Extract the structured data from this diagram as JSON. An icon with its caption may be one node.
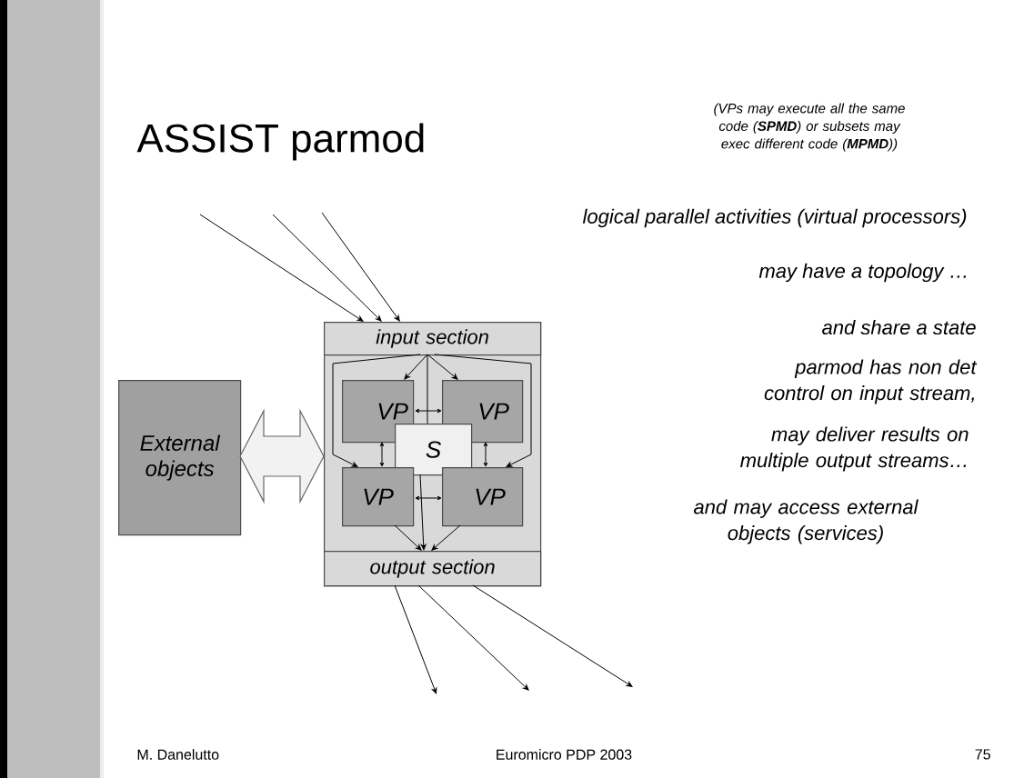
{
  "diagram": {
    "title": "ASSIST parmod",
    "nodes": [
      {
        "text": [],
        "shape": "box"
      },
      {
        "text": [
          "input section"
        ],
        "in": 0
      },
      {
        "text": [
          "VP"
        ],
        "in": 0
      },
      {
        "text": [
          "VP"
        ],
        "in": 0
      },
      {
        "text": [
          "S"
        ],
        "in": 0
      },
      {
        "text": [
          "VP"
        ],
        "in": 0
      },
      {
        "text": [
          "VP"
        ],
        "in": 0
      },
      {
        "text": [
          "output section"
        ],
        "in": 0
      },
      {
        "text": [
          "External objects"
        ]
      }
    ],
    "edges": [
      {
        "from": null,
        "to": 1,
        "arrow": "to"
      },
      {
        "from": null,
        "to": 1,
        "arrow": "to"
      },
      {
        "from": null,
        "to": 1,
        "arrow": "to"
      },
      {
        "from": 1,
        "to": 2,
        "arrow": "to"
      },
      {
        "from": 1,
        "to": 3,
        "arrow": "to"
      },
      {
        "from": 1,
        "to": 5,
        "arrow": "to"
      },
      {
        "from": 1,
        "to": 6,
        "arrow": "to"
      },
      {
        "from": 1,
        "to": 4,
        "arrow": "none"
      },
      {
        "from": 2,
        "to": 3,
        "arrow": "both"
      },
      {
        "from": 5,
        "to": 6,
        "arrow": "both"
      },
      {
        "from": 2,
        "to": 5,
        "arrow": "both"
      },
      {
        "from": 3,
        "to": 6,
        "arrow": "both"
      },
      {
        "from": 5,
        "to": 7,
        "arrow": "to"
      },
      {
        "from": 6,
        "to": 7,
        "arrow": "to"
      },
      {
        "from": 4,
        "to": 7,
        "arrow": "to"
      },
      {
        "from": 7,
        "to": null,
        "arrow": "to"
      },
      {
        "from": 7,
        "to": null,
        "arrow": "to"
      },
      {
        "from": 7,
        "to": null,
        "arrow": "to"
      },
      {
        "from": 8,
        "to": 0,
        "arrow": "both",
        "style": "thick"
      }
    ],
    "labels": [
      "(VPs may execute all the same code (**SPMD**) or subsets may exec different code (**MPMD**))",
      "logical parallel activities (virtual processors)",
      "may have a topology …",
      "and share a state",
      "parmod has non det control on input stream,",
      "may deliver results on multiple output streams…",
      "and may access external objects (services)",
      "M. Danelutto",
      "Euromicro PDP 2003",
      "75"
    ]
  }
}
